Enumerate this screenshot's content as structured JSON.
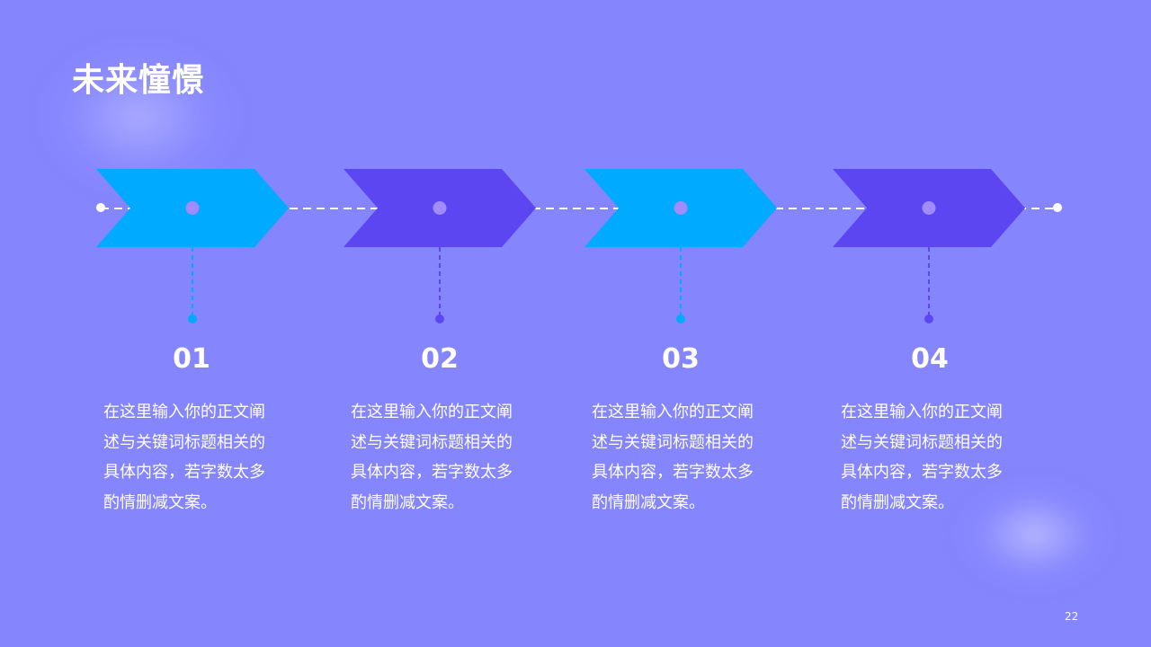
{
  "slide": {
    "title": "未来憧憬",
    "page_number": "22"
  },
  "colors": {
    "background": "#8585FE",
    "cyan_arrow": "#00AAFF",
    "purple_arrow": "#5B46F2",
    "text": "#FFFFFF"
  },
  "steps": [
    {
      "number": "01",
      "text": "在这里输入你的正文阐述与关键词标题相关的具体内容，若字数太多酌情删减文案。",
      "color": "#00AAFF"
    },
    {
      "number": "02",
      "text": "在这里输入你的正文阐述与关键词标题相关的具体内容，若字数太多酌情删减文案。",
      "color": "#5B46F2"
    },
    {
      "number": "03",
      "text": "在这里输入你的正文阐述与关键词标题相关的具体内容，若字数太多酌情删减文案。",
      "color": "#00AAFF"
    },
    {
      "number": "04",
      "text": "在这里输入你的正文阐述与关键词标题相关的具体内容，若字数太多酌情删减文案。",
      "color": "#5B46F2"
    }
  ]
}
